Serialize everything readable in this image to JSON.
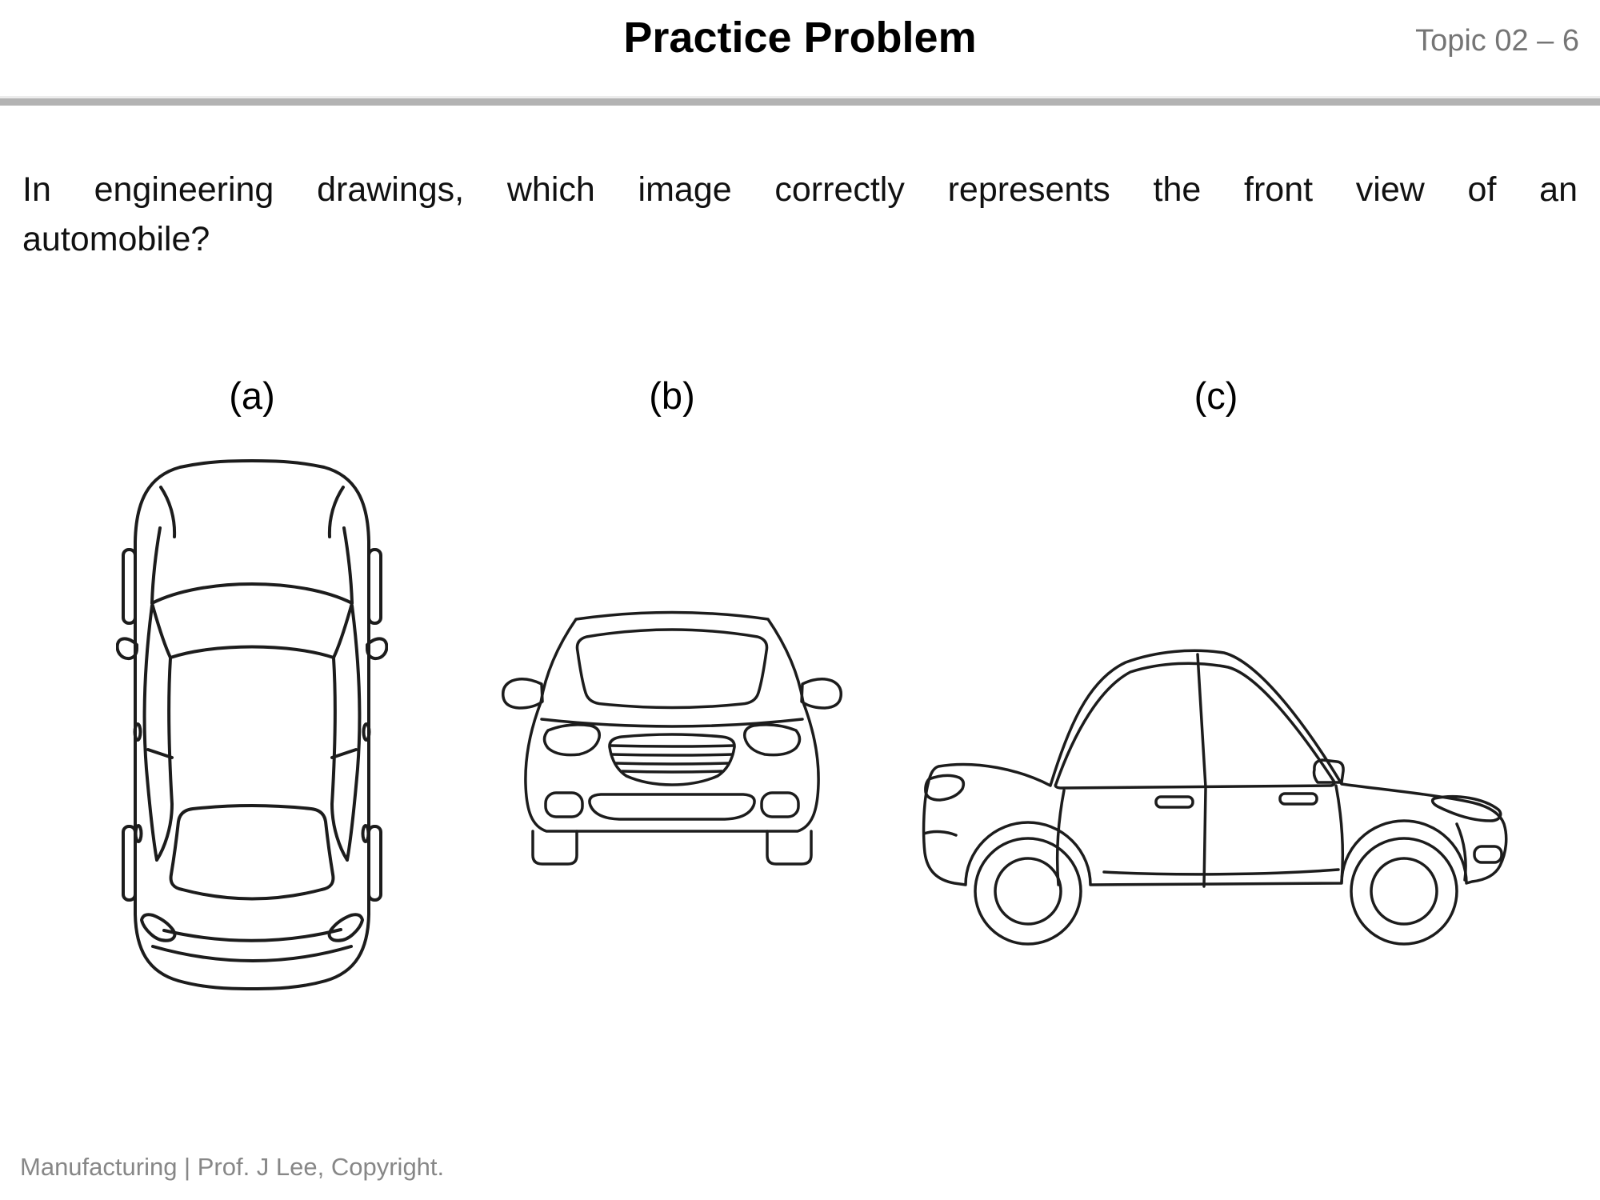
{
  "slide": {
    "title": "Practice Problem",
    "topic": "Topic 02 – 6",
    "question_line1": "In engineering drawings, which image correctly represents the front view of an",
    "question_line2": "automobile?",
    "footer": "Manufacturing | Prof. J Lee, Copyright."
  },
  "options": [
    {
      "label": "(a)",
      "figure": "car-top-view"
    },
    {
      "label": "(b)",
      "figure": "car-front-view"
    },
    {
      "label": "(c)",
      "figure": "car-side-view"
    }
  ],
  "colors": {
    "title_text": "#000000",
    "topic_text": "#757575",
    "header_rule": "#b3b3b3",
    "question_text": "#111111",
    "footer_text": "#878787",
    "line_art": "#1c1c1c",
    "background": "#ffffff"
  }
}
